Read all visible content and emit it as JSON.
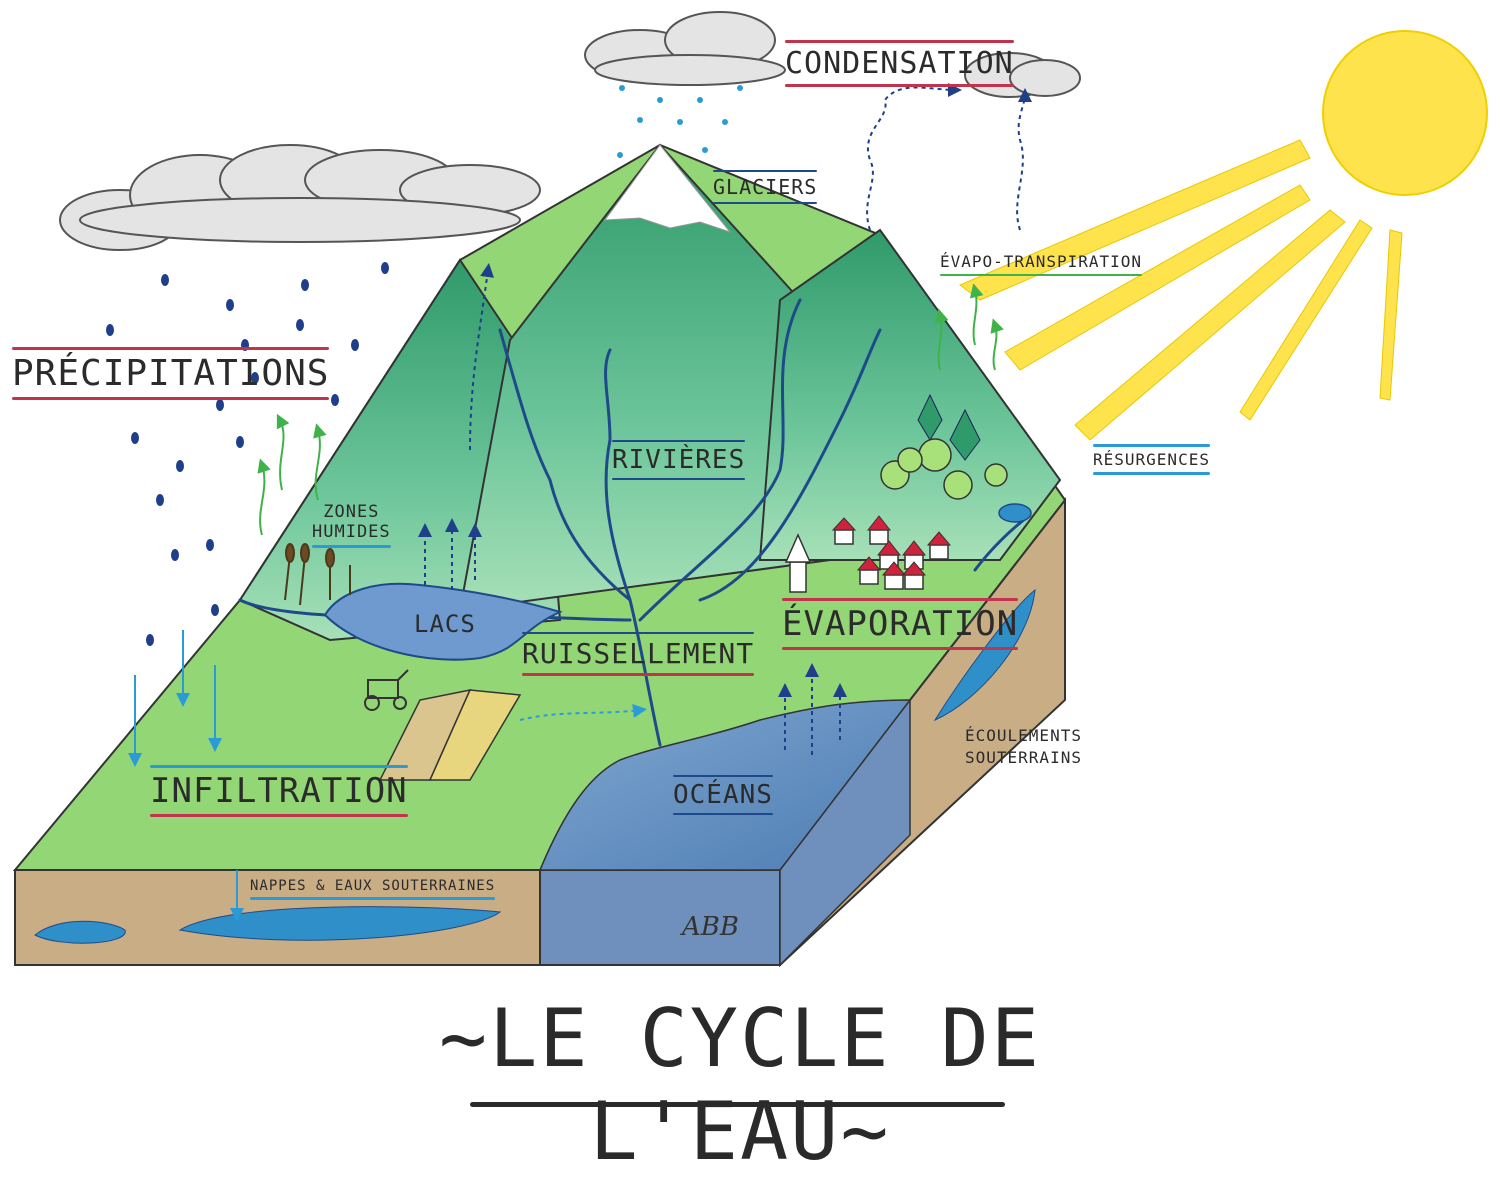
{
  "title": "~LE CYCLE DE L'EAU~",
  "signature": "ABB",
  "labels": {
    "condensation": "CONDENSATION",
    "glaciers": "GLACIERS",
    "evapo_transpiration": "ÉVAPO-TRANSPIRATION",
    "precipitations": "PRÉCIPITATIONS",
    "rivieres": "RIVIÈRES",
    "resurgences": "RÉSURGENCES",
    "zones_humides_line1": "ZONES",
    "zones_humides_line2": "HUMIDES",
    "lacs": "LACS",
    "ruissellement": "RUISSELLEMENT",
    "evaporation": "ÉVAPORATION",
    "ecoulements_line1": "ÉCOULEMENTS",
    "ecoulements_line2": "SOUTERRAINS",
    "infiltration": "INFILTRATION",
    "oceans": "OCÉANS",
    "nappes": "NAPPES & EAUX SOUTERRAINES"
  },
  "colors": {
    "label_red": "#c2334d",
    "label_blue": "#2a9bd6",
    "ocean": "#5b86b8",
    "ground": "#c9ad84",
    "grass": "#8fd672",
    "mountain": "#3aa873",
    "sun": "#ffe34d",
    "rain": "#1f3f8a"
  }
}
